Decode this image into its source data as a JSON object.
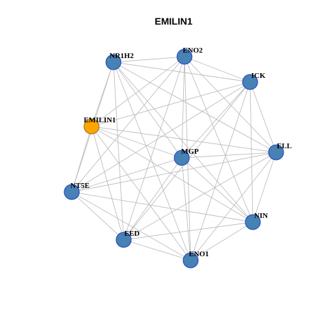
{
  "graph": {
    "title": "EMILIN1",
    "colors": {
      "node_fill": "#4682B4",
      "node_stroke": "#1F3FBF",
      "highlight_fill": "#FFA500",
      "highlight_stroke": "#8B6A2A",
      "edge": "#BDBDBD"
    },
    "nodes": [
      {
        "id": "NR1H2",
        "label": "NR1H2",
        "highlight": false
      },
      {
        "id": "ENO2",
        "label": "ENO2",
        "highlight": false
      },
      {
        "id": "ICK",
        "label": "ICK",
        "highlight": false
      },
      {
        "id": "EMILIN1",
        "label": "EMILIN1",
        "highlight": true
      },
      {
        "id": "ELL",
        "label": "ELL",
        "highlight": false
      },
      {
        "id": "MGP",
        "label": "MGP",
        "highlight": false
      },
      {
        "id": "NT5E",
        "label": "NT5E",
        "highlight": false
      },
      {
        "id": "NIN",
        "label": "NIN",
        "highlight": false
      },
      {
        "id": "EED",
        "label": "EED",
        "highlight": false
      },
      {
        "id": "ENO1",
        "label": "ENO1",
        "highlight": false
      }
    ],
    "edges": [
      [
        "NR1H2",
        "ENO2"
      ],
      [
        "NR1H2",
        "ICK"
      ],
      [
        "NR1H2",
        "EMILIN1"
      ],
      [
        "NR1H2",
        "ELL"
      ],
      [
        "NR1H2",
        "MGP"
      ],
      [
        "NR1H2",
        "NT5E"
      ],
      [
        "NR1H2",
        "NIN"
      ],
      [
        "NR1H2",
        "EED"
      ],
      [
        "NR1H2",
        "ENO1"
      ],
      [
        "ENO2",
        "ICK"
      ],
      [
        "ENO2",
        "EMILIN1"
      ],
      [
        "ENO2",
        "ELL"
      ],
      [
        "ENO2",
        "MGP"
      ],
      [
        "ENO2",
        "NT5E"
      ],
      [
        "ENO2",
        "NIN"
      ],
      [
        "ENO2",
        "EED"
      ],
      [
        "ENO2",
        "ENO1"
      ],
      [
        "ICK",
        "EMILIN1"
      ],
      [
        "ICK",
        "ELL"
      ],
      [
        "ICK",
        "MGP"
      ],
      [
        "ICK",
        "NT5E"
      ],
      [
        "ICK",
        "NIN"
      ],
      [
        "ICK",
        "EED"
      ],
      [
        "ICK",
        "ENO1"
      ],
      [
        "EMILIN1",
        "ELL"
      ],
      [
        "EMILIN1",
        "MGP"
      ],
      [
        "EMILIN1",
        "NT5E"
      ],
      [
        "EMILIN1",
        "NIN"
      ],
      [
        "EMILIN1",
        "EED"
      ],
      [
        "EMILIN1",
        "ENO1"
      ],
      [
        "ELL",
        "MGP"
      ],
      [
        "ELL",
        "NT5E"
      ],
      [
        "ELL",
        "NIN"
      ],
      [
        "ELL",
        "EED"
      ],
      [
        "ELL",
        "ENO1"
      ],
      [
        "MGP",
        "NT5E"
      ],
      [
        "MGP",
        "NIN"
      ],
      [
        "MGP",
        "EED"
      ],
      [
        "MGP",
        "ENO1"
      ],
      [
        "NT5E",
        "NIN"
      ],
      [
        "NT5E",
        "EED"
      ],
      [
        "NT5E",
        "ENO1"
      ],
      [
        "NIN",
        "EED"
      ],
      [
        "NIN",
        "ENO1"
      ],
      [
        "EED",
        "ENO1"
      ]
    ]
  }
}
